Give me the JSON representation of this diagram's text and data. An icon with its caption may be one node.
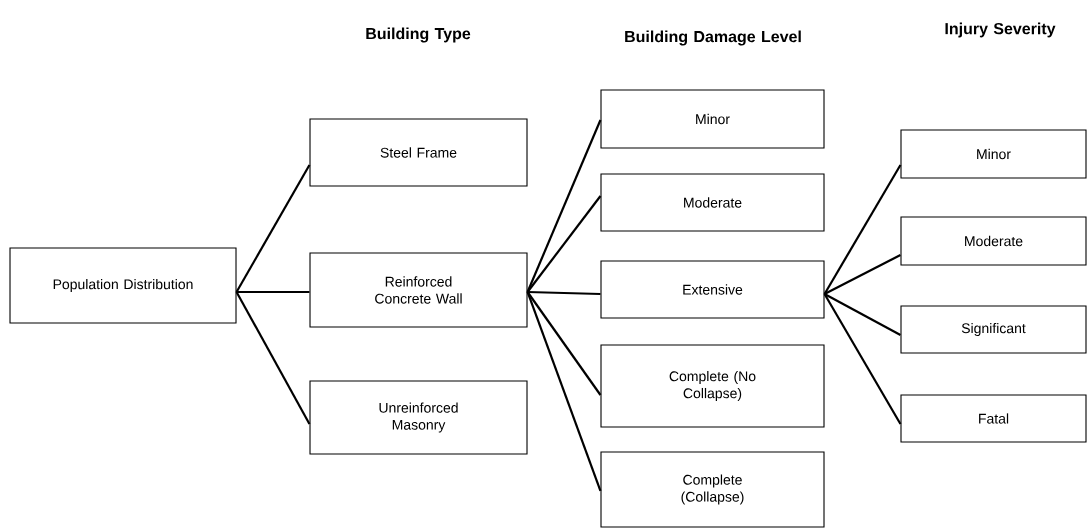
{
  "diagram": {
    "nodes": [
      {
        "text": [
          "Population Distribution"
        ]
      },
      {
        "text": [
          "Steel Frame"
        ]
      },
      {
        "text": [
          "Reinforced Concrete Wall"
        ]
      },
      {
        "text": [
          "Unreinforced Masonry"
        ]
      },
      {
        "text": [
          "Minor"
        ]
      },
      {
        "text": [
          "Moderate"
        ]
      },
      {
        "text": [
          "Extensive"
        ]
      },
      {
        "text": [
          "Complete (No Collapse)"
        ]
      },
      {
        "text": [
          "Complete (Collapse)"
        ]
      },
      {
        "text": [
          "Minor"
        ]
      },
      {
        "text": [
          "Moderate"
        ]
      },
      {
        "text": [
          "Significant"
        ]
      },
      {
        "text": [
          "Fatal"
        ]
      }
    ],
    "edges": [
      {
        "from": 0,
        "to": 1,
        "arrow": "none"
      },
      {
        "from": 0,
        "to": 2,
        "arrow": "none"
      },
      {
        "from": 0,
        "to": 3,
        "arrow": "none"
      },
      {
        "from": 2,
        "to": 4,
        "arrow": "none"
      },
      {
        "from": 2,
        "to": 5,
        "arrow": "none"
      },
      {
        "from": 2,
        "to": 6,
        "arrow": "none"
      },
      {
        "from": 2,
        "to": 7,
        "arrow": "none"
      },
      {
        "from": 2,
        "to": 8,
        "arrow": "none"
      },
      {
        "from": 6,
        "to": 9,
        "arrow": "none"
      },
      {
        "from": 6,
        "to": 10,
        "arrow": "none"
      },
      {
        "from": 6,
        "to": 11,
        "arrow": "none"
      },
      {
        "from": 6,
        "to": 12,
        "arrow": "none"
      }
    ],
    "labels": [
      "Building Type",
      "Building Damage Level",
      "Injury Severity"
    ]
  }
}
